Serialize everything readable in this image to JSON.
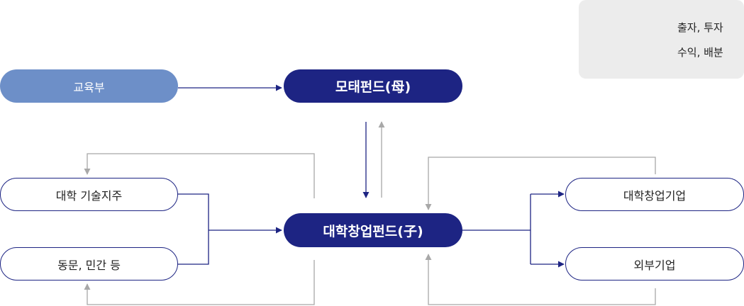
{
  "legend": {
    "investment_label": "출자, 투자",
    "return_label": "수익, 배분"
  },
  "nodes": {
    "ministry": "교육부",
    "parent_fund": "모태펀드(母)",
    "university_holding": "대학 기술지주",
    "alumni_private": "동문, 민간 등",
    "child_fund": "대학창업펀드(子)",
    "university_startup": "대학창업기업",
    "external_company": "외부기업"
  },
  "colors": {
    "investment_arrow": "#1d2483",
    "return_arrow": "#a8a8a8",
    "dark_node": "#1d2483",
    "light_node": "#6d8fc8",
    "legend_bg": "#ececec"
  }
}
